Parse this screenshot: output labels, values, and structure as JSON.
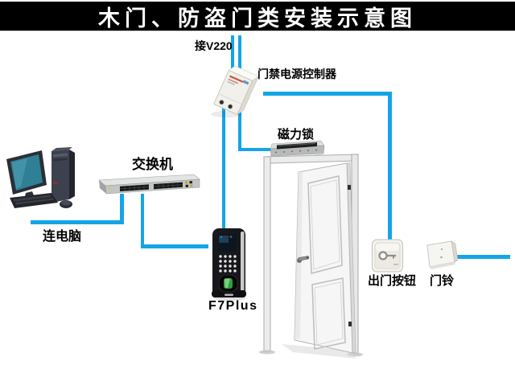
{
  "title": "木门、防盗门类安装示意图",
  "colors": {
    "wire": "#14a5e6",
    "title_bg": "#000000",
    "title_fg": "#ffffff",
    "label": "#000000"
  },
  "labels": {
    "power_input": "接V220",
    "controller": "门禁电源控制器",
    "maglock": "磁力锁",
    "network_switch": "交换机",
    "computer": "连电脑",
    "reader": "F7Plus",
    "exit_button": "出门按钮",
    "doorbell": "门铃"
  }
}
